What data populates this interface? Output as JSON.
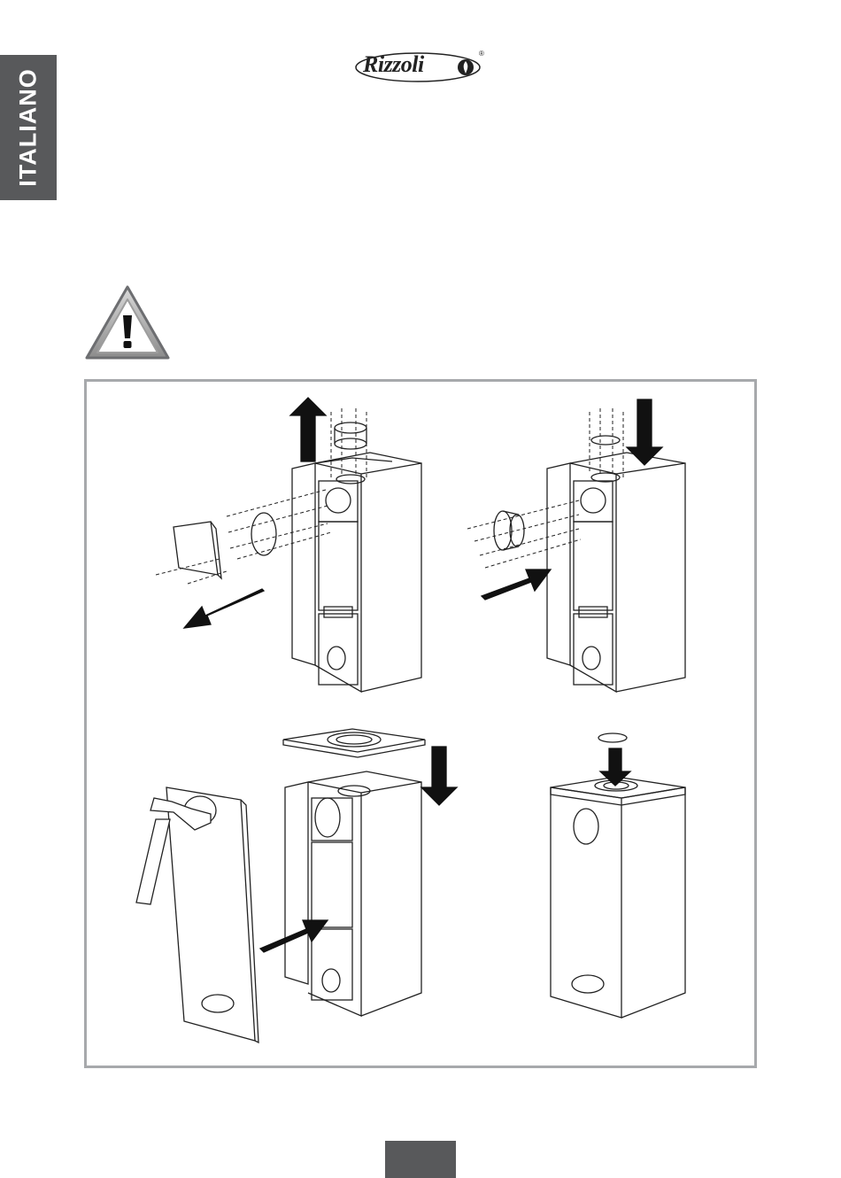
{
  "language_tab": {
    "label": "ITALIANO"
  },
  "header": {
    "brand": "Rizzoli",
    "registered_mark": "®"
  },
  "warning": {
    "icon": "warning-triangle-icon"
  },
  "figure": {
    "panels": [
      {
        "id": "remove-rear-cover",
        "arrows": [
          "up",
          "out-left"
        ]
      },
      {
        "id": "install-side-outlet",
        "arrows": [
          "down",
          "in-right"
        ]
      },
      {
        "id": "knock-out-side-panel",
        "arrows": [
          "down",
          "in-right"
        ]
      },
      {
        "id": "close-top-outlet",
        "arrows": [
          "down"
        ]
      }
    ]
  },
  "footer": {
    "page_number": ""
  },
  "colors": {
    "tab_gray": "#58595b",
    "frame_gray": "#a7a9ac",
    "line": "#222222"
  }
}
